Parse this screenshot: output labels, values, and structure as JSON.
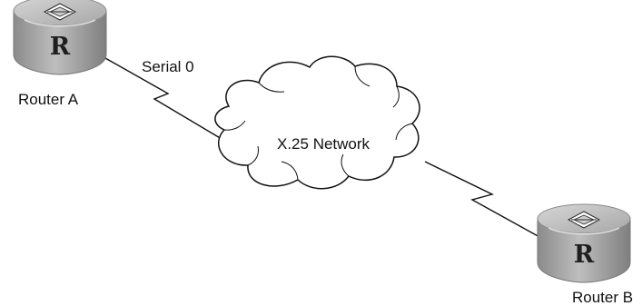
{
  "diagram": {
    "routers": [
      {
        "id": "router-a",
        "label": "Router A",
        "icon_letter": "R"
      },
      {
        "id": "router-b",
        "label": "Router B",
        "icon_letter": "R"
      }
    ],
    "network": {
      "label": "X.25 Network",
      "shape": "cloud"
    },
    "links": [
      {
        "from": "router-a",
        "to": "network",
        "interface_label": "Serial 0",
        "style": "serial-zigzag"
      },
      {
        "from": "network",
        "to": "router-b",
        "interface_label": "",
        "style": "serial-zigzag"
      }
    ]
  },
  "colors": {
    "router_body": "#a9a9a9",
    "router_top": "#c7c7c7",
    "router_shadow": "#7c7c7c",
    "icon_dark": "#1f1f1f",
    "line": "#111111",
    "cloud_fill": "#ffffff"
  }
}
